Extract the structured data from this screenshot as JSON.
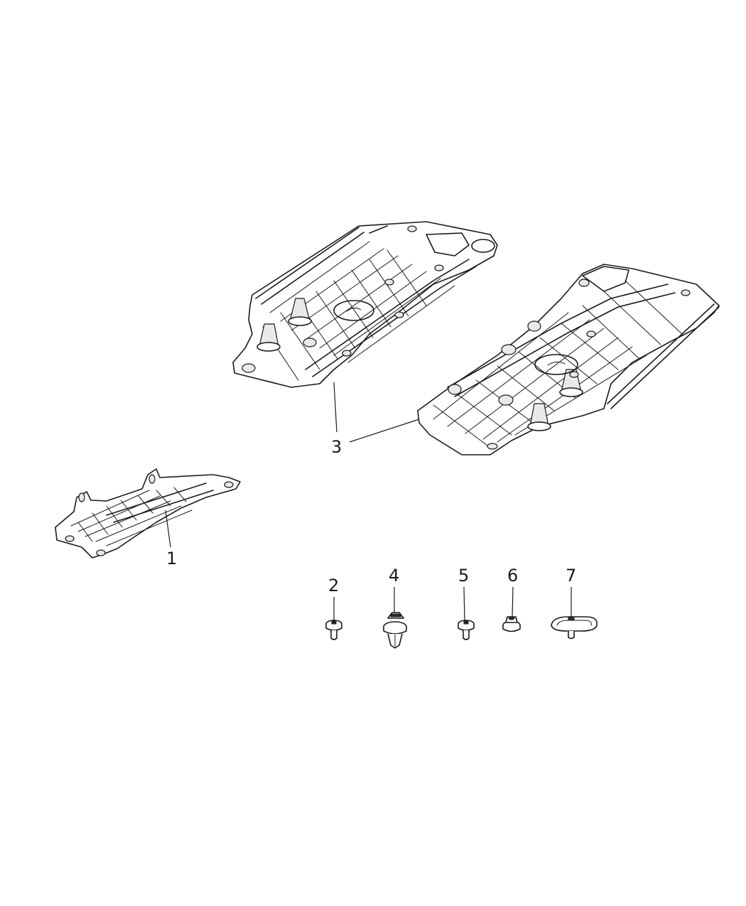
{
  "callouts": {
    "part1": "1",
    "part2": "2",
    "part3": "3",
    "part4": "4",
    "part5": "5",
    "part6": "6",
    "part7": "7"
  }
}
